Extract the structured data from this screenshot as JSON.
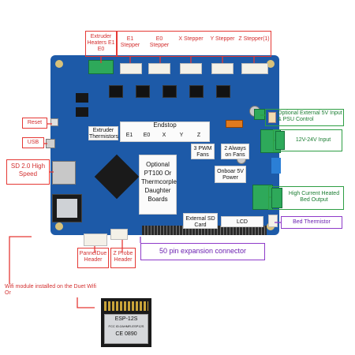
{
  "labels": {
    "extruder_heaters": "Extruder Heaters E1 E0",
    "e1_stepper": "E1 Stepper",
    "e0_stepper": "E0 Stepper",
    "x_stepper": "X Stepper",
    "y_stepper": "Y Stepper",
    "z_stepper": "Z Stepper(1)",
    "reset": "Reset",
    "usb": "USB",
    "sd": "SD 2.0 High Speed",
    "optional_5v": "Optional External 5V Input & PSU Control",
    "input_12v": "12V-24V Input",
    "bed_output": "High Current Heated Bed Output",
    "bed_thermistor": "Bed Thermistor",
    "expansion": "50 pin expansion connector",
    "panneldue": "PannelDue Header",
    "zprobe": "Z Probe Header",
    "wifi": "Wifi module installed on the Duet Wifi Or"
  },
  "board": {
    "extruder_thermistors": "Extruder Thermistors",
    "endstop": "Endstop",
    "endstop_cols": [
      "E1",
      "E0",
      "X",
      "Y",
      "Z"
    ],
    "pwm_fans": "3 PWM Fans",
    "always_on_fans": "2 Always on Fans",
    "onboard_5v": "Onboar 5V Power",
    "optional_pt100": "Optional PT100 Or Thermcorple Daughter Boards",
    "external_sd": "External SD Card",
    "lcd": "LCD"
  },
  "module": {
    "name": "ESP-12S",
    "fcc": "FCC ID:2AHMR-ESP12S",
    "ce": "CE 0890"
  },
  "colors": {
    "annotation_red": "#e53935",
    "annotation_green": "#2e9e44",
    "annotation_purple": "#8e3bc9",
    "board_blue": "#1d5aa8"
  }
}
